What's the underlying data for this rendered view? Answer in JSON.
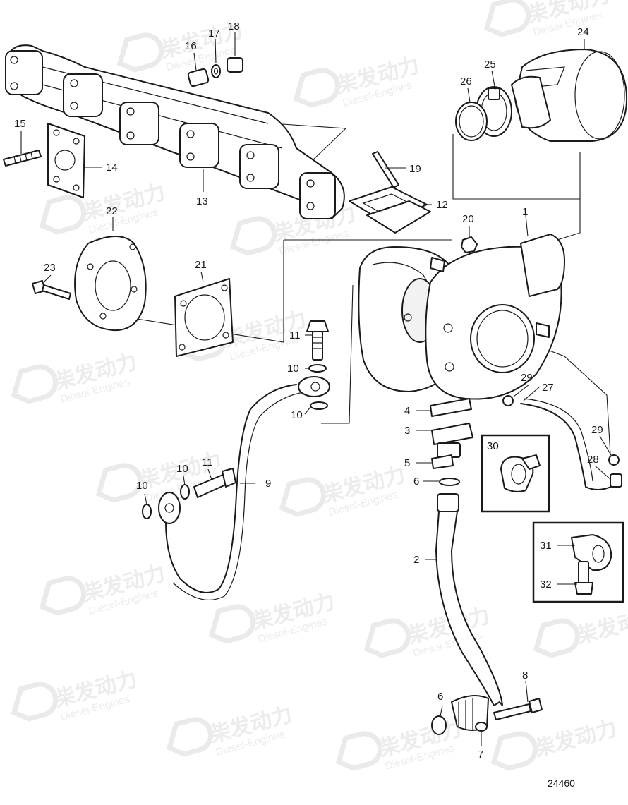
{
  "watermark": {
    "brand_cn": "柴发动力",
    "brand_en": "Diesel-Engines"
  },
  "labels": {
    "p1": "1",
    "p2": "2",
    "p3": "3",
    "p4": "4",
    "p5": "5",
    "p6a": "6",
    "p6b": "6",
    "p7": "7",
    "p8": "8",
    "p9": "9",
    "p10a": "10",
    "p10b": "10",
    "p10c": "10",
    "p10d": "10",
    "p11a": "11",
    "p11b": "11",
    "p12": "12",
    "p13": "13",
    "p14": "14",
    "p15": "15",
    "p16": "16",
    "p17": "17",
    "p18": "18",
    "p19": "19",
    "p20": "20",
    "p21": "21",
    "p22": "22",
    "p23": "23",
    "p24": "24",
    "p25": "25",
    "p26": "26",
    "p27": "27",
    "p28": "28",
    "p29a": "29",
    "p29b": "29",
    "p30": "30",
    "p31": "31",
    "p32": "32"
  },
  "drawing_number": "24460"
}
